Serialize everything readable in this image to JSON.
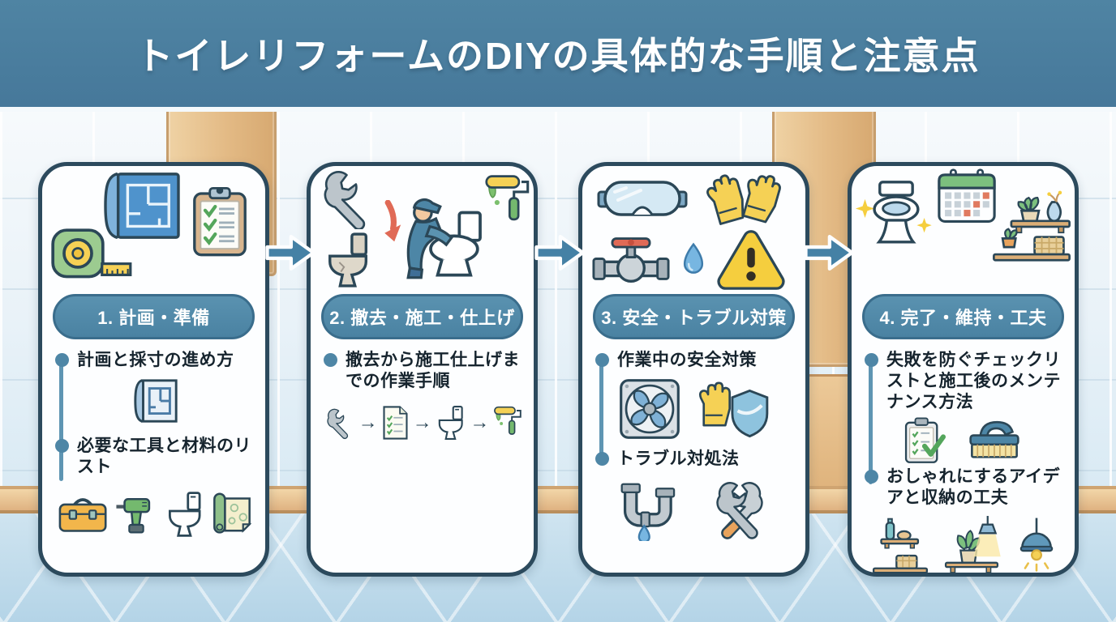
{
  "title": "トイレリフォームのDIYの具体的な手順と注意点",
  "colors": {
    "banner": "#4a7d9c",
    "pill": "#4d86a6",
    "card_border": "#2c4a5d",
    "arrow": "#4581a5",
    "wood": "#e2b984",
    "floor_tile": "#bfdbea",
    "accent_green": "#7cc07e",
    "accent_yellow": "#f5d155",
    "alert_red": "#e06a56"
  },
  "process_arrow_glyph": "→",
  "steps": [
    {
      "header": "1. 計画・準備",
      "top_icons": [
        "tape-measure-icon",
        "blueprint-icon",
        "clipboard-checklist-icon"
      ],
      "bullets": [
        {
          "text": "計画と採寸の進め方",
          "icons": [
            "floorplan-icon"
          ]
        },
        {
          "text": "必要な工具と材料のリスト",
          "icons": [
            "toolbox-icon",
            "drill-icon",
            "toilet-icon",
            "wallpaper-roll-icon"
          ]
        }
      ]
    },
    {
      "header": "2. 撤去・施工・仕上げ",
      "top_icons": [
        "wrench-icon",
        "removal-arrow-icon",
        "old-toilet-icon",
        "worker-installing-toilet-icon",
        "paint-roller-icon"
      ],
      "bullets": [
        {
          "text": "撤去から施工仕上げまでの作業手順",
          "icons": [
            "wrench-icon",
            "checklist-doc-icon",
            "toilet-icon",
            "paint-roller-icon"
          ]
        }
      ]
    },
    {
      "header": "3. 安全・トラブル対策",
      "top_icons": [
        "safety-goggles-icon",
        "work-gloves-icon",
        "water-valve-icon",
        "water-drop-icon",
        "warning-triangle-icon"
      ],
      "bullets": [
        {
          "text": "作業中の安全対策",
          "icons": [
            "ventilation-fan-icon",
            "glove-and-shield-icon"
          ]
        },
        {
          "text": "トラブル対処法",
          "icons": [
            "leaking-pipe-icon",
            "crossed-wrenches-icon"
          ]
        }
      ]
    },
    {
      "header": "4. 完了・維持・工夫",
      "top_icons": [
        "sparkling-toilet-icon",
        "maintenance-calendar-icon",
        "decor-shelves-icon"
      ],
      "bullets": [
        {
          "text": "失敗を防ぐチェックリストと施工後のメンテナンス方法",
          "icons": [
            "checklist-check-icon",
            "scrub-brush-icon"
          ]
        },
        {
          "text": "おしゃれにするアイデアと収納の工夫",
          "icons": [
            "shelf-decor-icon",
            "plant-and-lamp-icon",
            "pendant-light-icon"
          ]
        }
      ]
    }
  ]
}
